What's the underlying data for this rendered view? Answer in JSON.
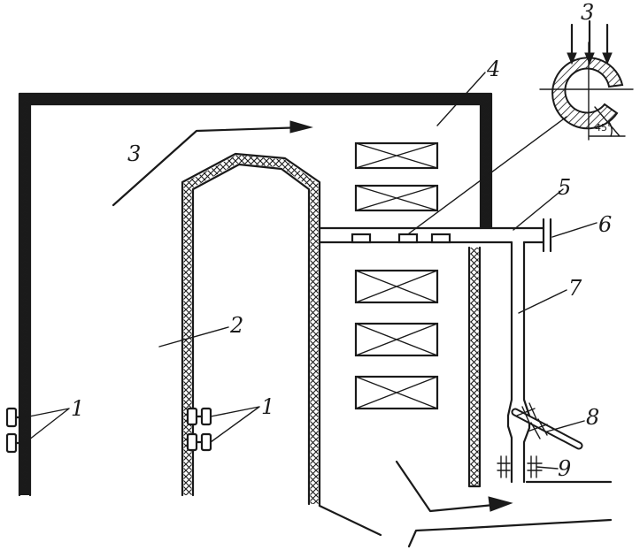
{
  "labels": {
    "l1_left": "1",
    "l1_mid": "1",
    "l2": "2",
    "l3_flow": "3",
    "l3_detail": "3",
    "l4": "4",
    "l5": "5",
    "l6": "6",
    "l7": "7",
    "l8": "8",
    "l9": "9",
    "angle": "45°"
  }
}
